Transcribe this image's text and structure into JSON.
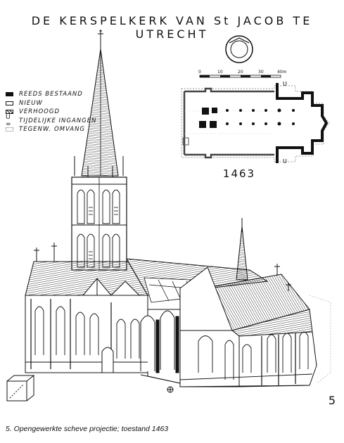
{
  "title": "DE KERSPELKERK VAN St JACOB TE UTRECHT",
  "legend": [
    {
      "label": "REEDS BESTAAND",
      "swatch": "black"
    },
    {
      "label": "NIEUW",
      "swatch": "white"
    },
    {
      "label": "VERHOOGD",
      "swatch": "hatch"
    },
    {
      "label": "TIJDELIJKE INGANGEN",
      "swatch": "U ="
    },
    {
      "label": "TEGENW. OMVANG",
      "swatch": "dotted"
    }
  ],
  "scale": {
    "labels": [
      "0",
      "10",
      "20",
      "30",
      "40m"
    ]
  },
  "year": "1463",
  "figure_number": "5",
  "caption": "5. Opengewerkte scheve projectie; toestand 1463"
}
